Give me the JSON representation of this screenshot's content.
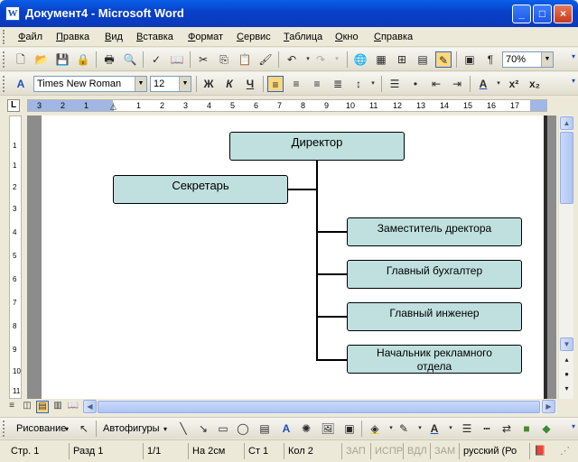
{
  "window": {
    "title": "Документ4 - Microsoft Word"
  },
  "menu": [
    "Файл",
    "Правка",
    "Вид",
    "Вставка",
    "Формат",
    "Сервис",
    "Таблица",
    "Окно",
    "Справка"
  ],
  "standard_toolbar": {
    "zoom": "70%"
  },
  "format_toolbar": {
    "font": "Times New Roman",
    "size": "12",
    "bold": "Ж",
    "italic": "К",
    "underline": "Ч"
  },
  "ruler": {
    "numbers": [
      "3",
      "2",
      "1",
      "1",
      "2",
      "3",
      "4",
      "5",
      "6",
      "7",
      "8",
      "9",
      "10",
      "11",
      "12",
      "13",
      "14",
      "15",
      "16",
      "17"
    ]
  },
  "vruler": {
    "numbers": [
      "1",
      "1",
      "2",
      "3",
      "4",
      "5",
      "6",
      "7",
      "8",
      "9",
      "10",
      "11"
    ]
  },
  "org_chart": {
    "director": "Директор",
    "secretary": "Секретарь",
    "deputy": "Заместитель дректора",
    "accountant": "Главный бухгалтер",
    "engineer": "Главный инженер",
    "ad_head_line1": "Начальник рекламного",
    "ad_head_line2": "отдела"
  },
  "drawing_toolbar": {
    "draw": "Рисование",
    "autoshapes": "Автофигуры"
  },
  "status": {
    "page": "Стр.  1",
    "section": "Разд  1",
    "pages": "1/1",
    "at": "На  2см",
    "line": "Ст  1",
    "col": "Кол  2",
    "rec": "ЗАП",
    "trk": "ИСПР",
    "ext": "ВДЛ",
    "ovr": "ЗАМ",
    "lang": "русский (Ро"
  }
}
